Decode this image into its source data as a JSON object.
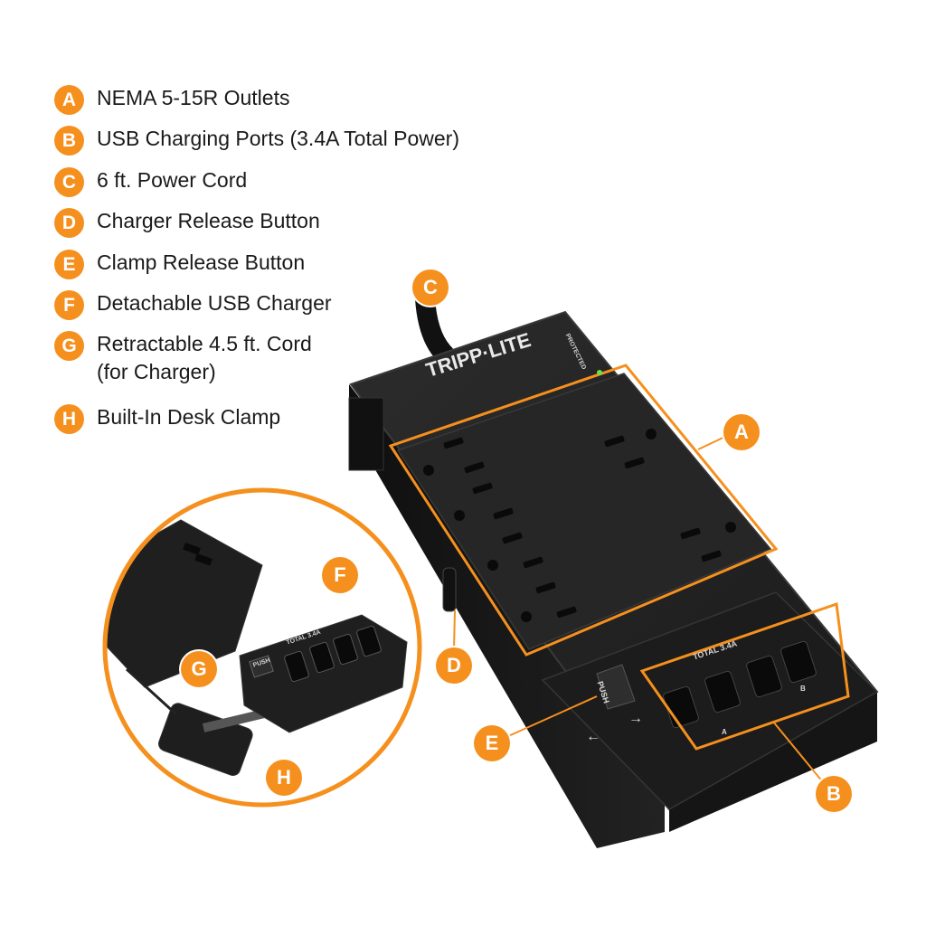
{
  "legend": [
    {
      "letter": "A",
      "label": "NEMA 5-15R Outlets"
    },
    {
      "letter": "B",
      "label": "USB Charging Ports (3.4A Total Power)"
    },
    {
      "letter": "C",
      "label": "6 ft. Power Cord"
    },
    {
      "letter": "D",
      "label": "Charger Release Button"
    },
    {
      "letter": "E",
      "label": "Clamp Release Button"
    },
    {
      "letter": "F",
      "label": "Detachable USB Charger"
    },
    {
      "letter": "G",
      "label": "Retractable 4.5 ft. Cord",
      "label2": "(for Charger)"
    },
    {
      "letter": "H",
      "label": "Built-In Desk Clamp"
    }
  ],
  "callouts": {
    "a": "A",
    "b": "B",
    "c": "C",
    "d": "D",
    "e": "E",
    "f": "F",
    "g": "G",
    "h": "H"
  },
  "device": {
    "brand": "TRIPP·LITE",
    "protected_label": "PROTECTED",
    "usb_total_label": "TOTAL 3.4A",
    "push_label": "PUSH",
    "port_a_label": "A",
    "port_b_label": "B"
  },
  "inset": {
    "usb_total_label": "TOTAL 3.4A",
    "push_label": "PUSH"
  },
  "colors": {
    "accent": "#f5901e",
    "device": "#1e1e1e",
    "text": "#1a1a1a"
  }
}
